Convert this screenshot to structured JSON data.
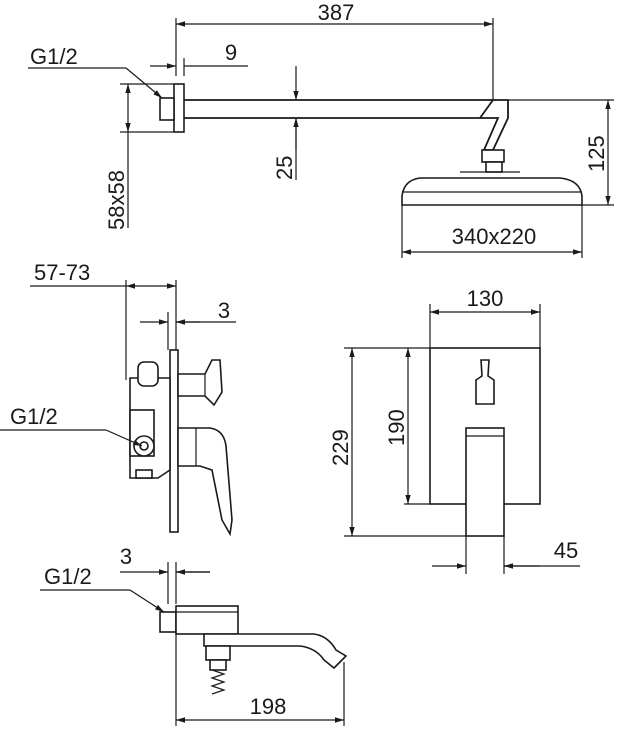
{
  "shower_head_view": {
    "thread_label": "G1/2",
    "arm_length": "387",
    "flange_offset": "9",
    "flange_size": "58x58",
    "arm_thickness": "25",
    "head_height": "125",
    "head_size": "340x220"
  },
  "mixer_view": {
    "thread_label": "G1/2",
    "depth_range": "57-73",
    "plate_gap": "3"
  },
  "cover_plate_view": {
    "width": "130",
    "height_inner": "190",
    "height_outer": "229",
    "handle_width": "45"
  },
  "spout_view": {
    "thread_label": "G1/2",
    "plate_gap": "3",
    "spout_length": "198"
  }
}
